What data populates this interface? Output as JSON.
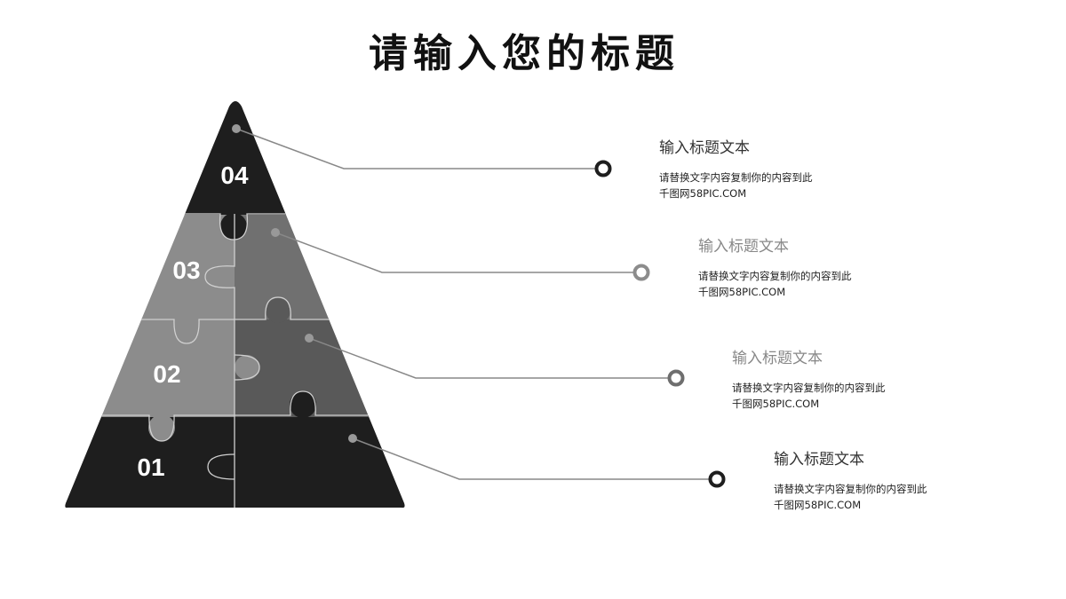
{
  "title": "请输入您的标题",
  "levels": [
    {
      "number": "01",
      "heading": "输入标题文本",
      "desc_line1": "请替换文字内容复制你的内容到此",
      "desc_line2": "千图网58PIC.COM"
    },
    {
      "number": "02",
      "heading": "输入标题文本",
      "desc_line1": "请替换文字内容复制你的内容到此",
      "desc_line2": "千图网58PIC.COM"
    },
    {
      "number": "03",
      "heading": "输入标题文本",
      "desc_line1": "请替换文字内容复制你的内容到此",
      "desc_line2": "千图网58PIC.COM"
    },
    {
      "number": "04",
      "heading": "输入标题文本",
      "desc_line1": "请替换文字内容复制你的内容到此",
      "desc_line2": "千图网58PIC.COM"
    }
  ],
  "colors": {
    "dark": "#1e1e1e",
    "mid_dark": "#595959",
    "mid": "#6e6e6e",
    "light": "#8c8c8c",
    "connector": "#888888"
  }
}
